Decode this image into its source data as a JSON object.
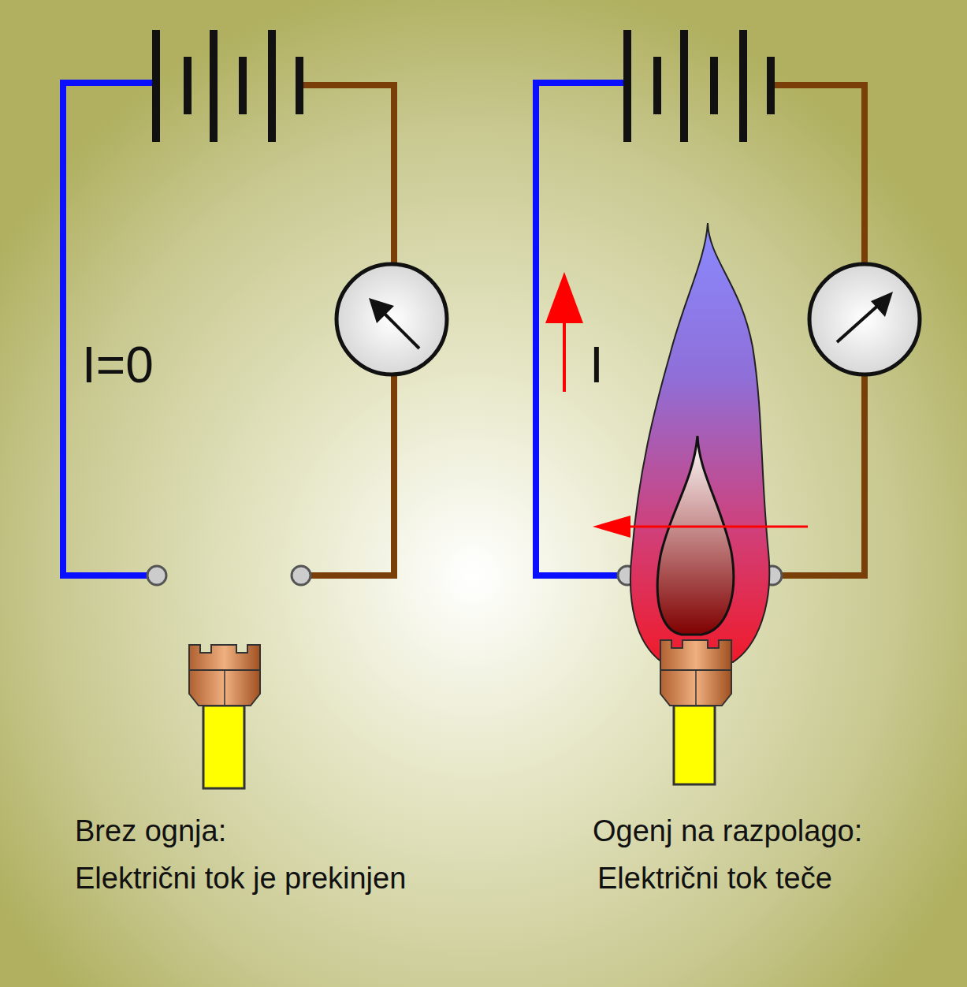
{
  "diagram": {
    "labels": [
      "I=0",
      "I",
      "Brez ognja:",
      "Električni tok je prekinjen",
      "Ogenj na razpolago:",
      "Električni tok teče"
    ]
  }
}
